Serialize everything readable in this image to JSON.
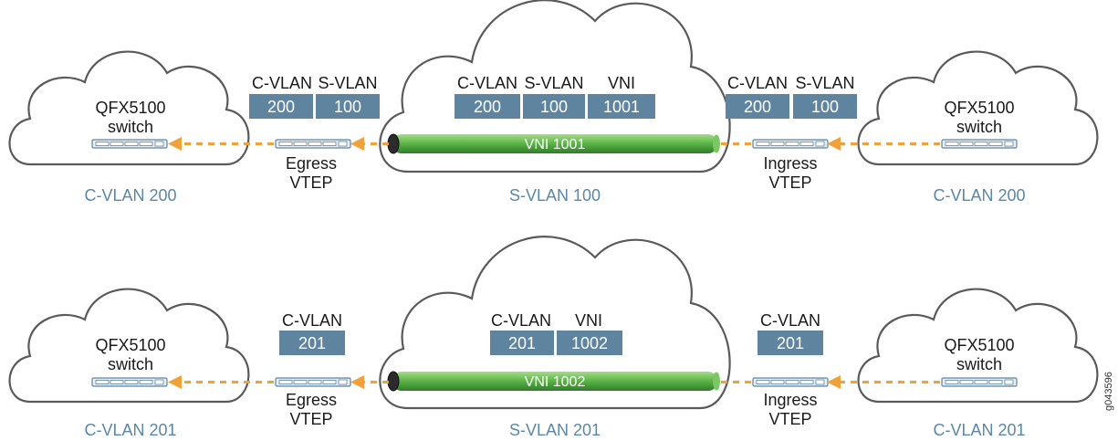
{
  "colors": {
    "accent_box": "#5e84a0",
    "caption": "#5a87a8",
    "arrow": "#f0a13a",
    "tube": "#5fb84a"
  },
  "rows": [
    {
      "left_switch": {
        "name": "QFX5100",
        "type": "switch",
        "caption": "C-VLAN 200"
      },
      "right_switch": {
        "name": "QFX5100",
        "type": "switch",
        "caption": "C-VLAN 200"
      },
      "center": {
        "caption": "S-VLAN 100",
        "tunnel_label": "VNI 1001",
        "tags": [
          {
            "header": "C-VLAN",
            "value": "200"
          },
          {
            "header": "S-VLAN",
            "value": "100"
          },
          {
            "header": "VNI",
            "value": "1001"
          }
        ]
      },
      "egress": {
        "label_line1": "Egress",
        "label_line2": "VTEP",
        "tags": [
          {
            "header": "C-VLAN",
            "value": "200"
          },
          {
            "header": "S-VLAN",
            "value": "100"
          }
        ]
      },
      "ingress": {
        "label_line1": "Ingress",
        "label_line2": "VTEP",
        "tags": [
          {
            "header": "C-VLAN",
            "value": "200"
          },
          {
            "header": "S-VLAN",
            "value": "100"
          }
        ]
      }
    },
    {
      "left_switch": {
        "name": "QFX5100",
        "type": "switch",
        "caption": "C-VLAN 201"
      },
      "right_switch": {
        "name": "QFX5100",
        "type": "switch",
        "caption": "C-VLAN 201"
      },
      "center": {
        "caption": "S-VLAN 201",
        "tunnel_label": "VNI 1002",
        "tags": [
          {
            "header": "C-VLAN",
            "value": "201"
          },
          {
            "header": "VNI",
            "value": "1002"
          }
        ]
      },
      "egress": {
        "label_line1": "Egress",
        "label_line2": "VTEP",
        "tags": [
          {
            "header": "C-VLAN",
            "value": "201"
          }
        ]
      },
      "ingress": {
        "label_line1": "Ingress",
        "label_line2": "VTEP",
        "tags": [
          {
            "header": "C-VLAN",
            "value": "201"
          }
        ]
      }
    }
  ],
  "figure_id": "g043596"
}
